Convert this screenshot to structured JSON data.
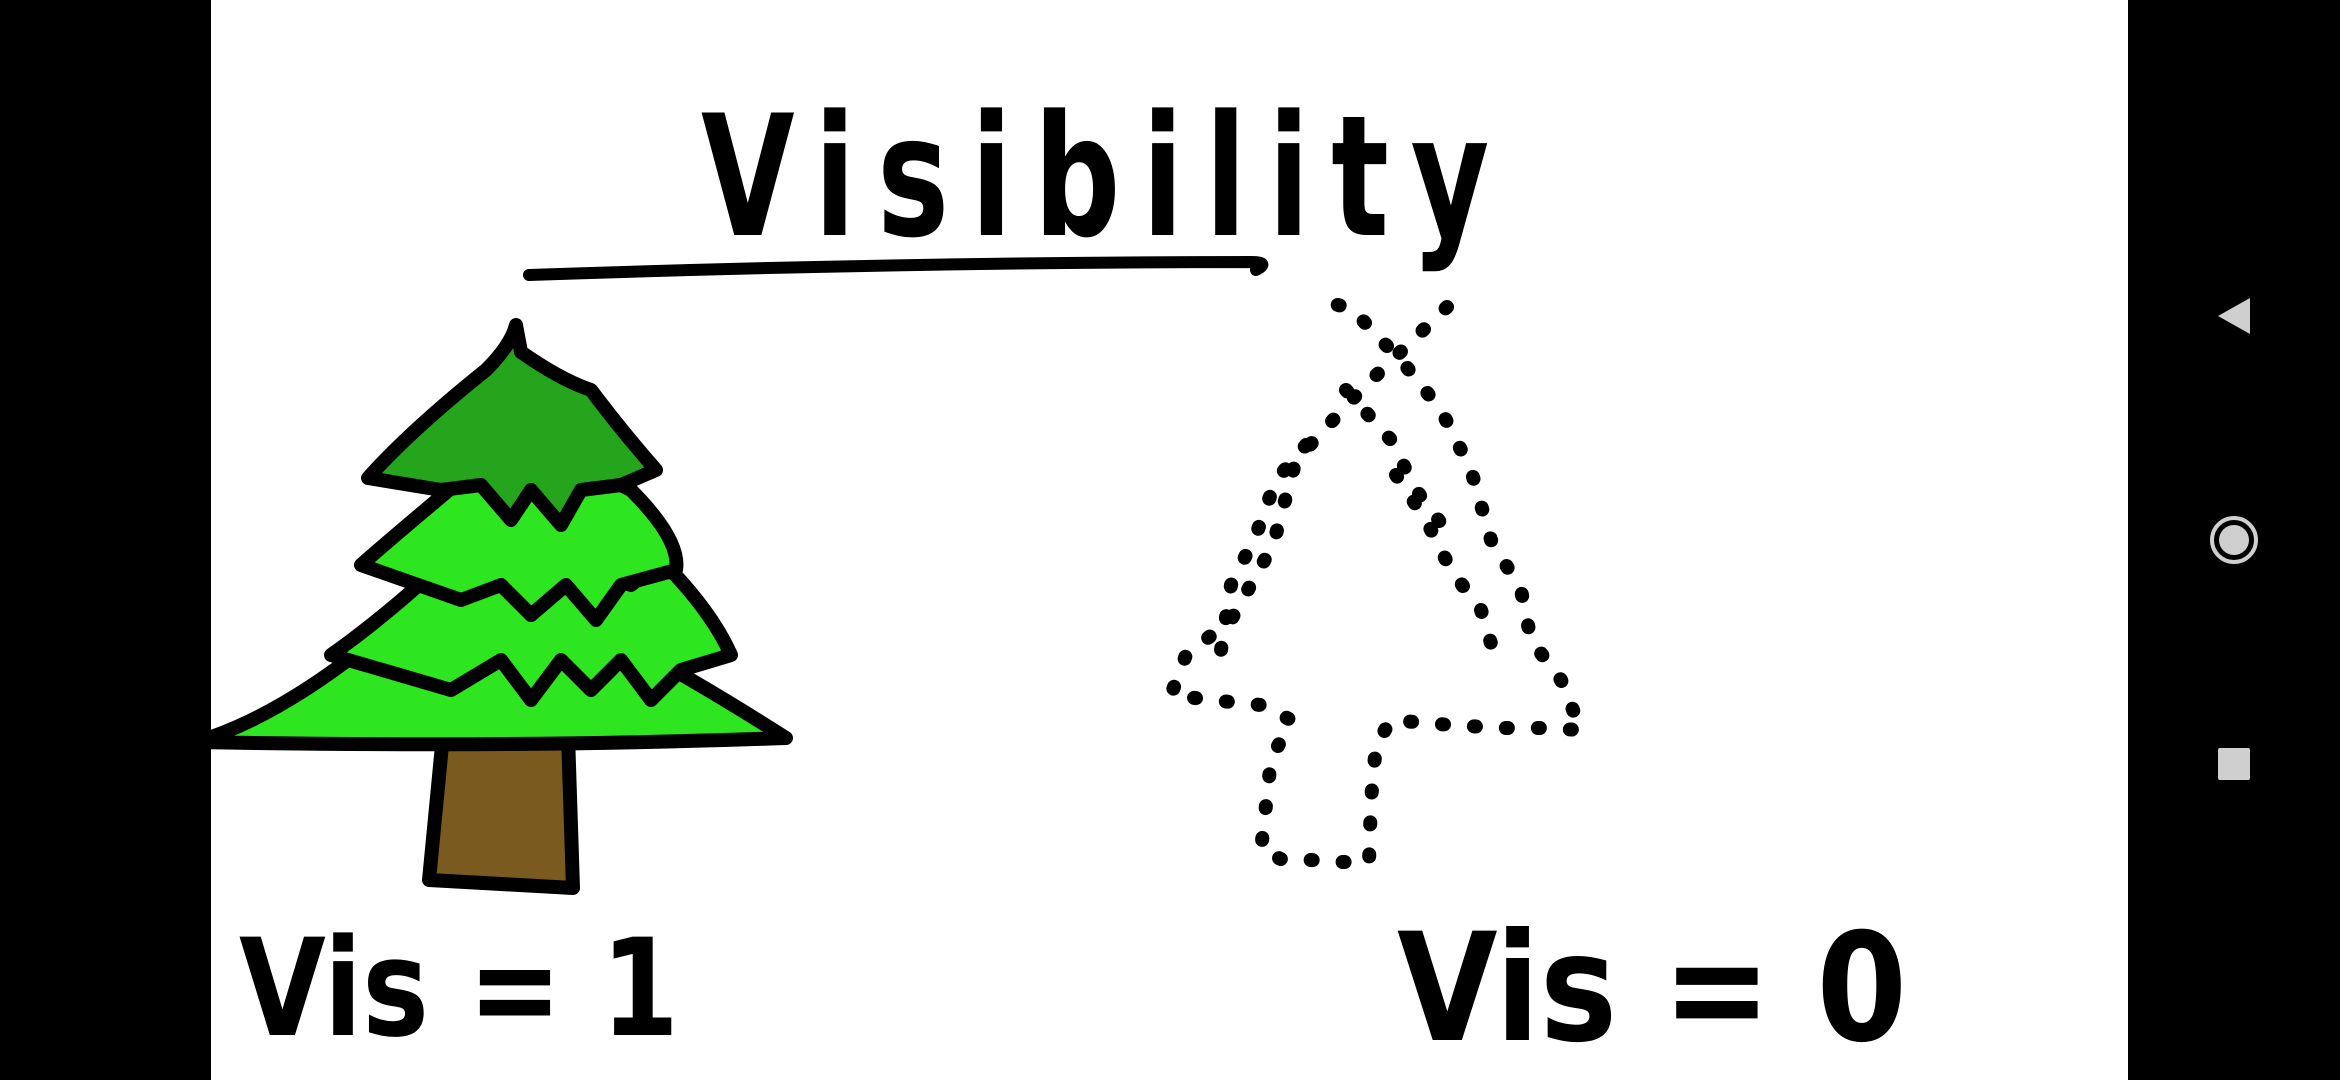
{
  "drawing": {
    "title": "Visibility",
    "left_label": "Vis = 1",
    "right_label": "Vis = 0"
  },
  "navigation": {
    "back_icon": "triangle-back-icon",
    "home_icon": "circle-home-icon",
    "recents_icon": "square-recents-icon"
  },
  "colors": {
    "tree_dark_green": "#24a51c",
    "tree_light_green": "#2ee620",
    "trunk_brown": "#7a5a1e",
    "ink": "#000000",
    "nav_icon": "#cfcfcf"
  }
}
